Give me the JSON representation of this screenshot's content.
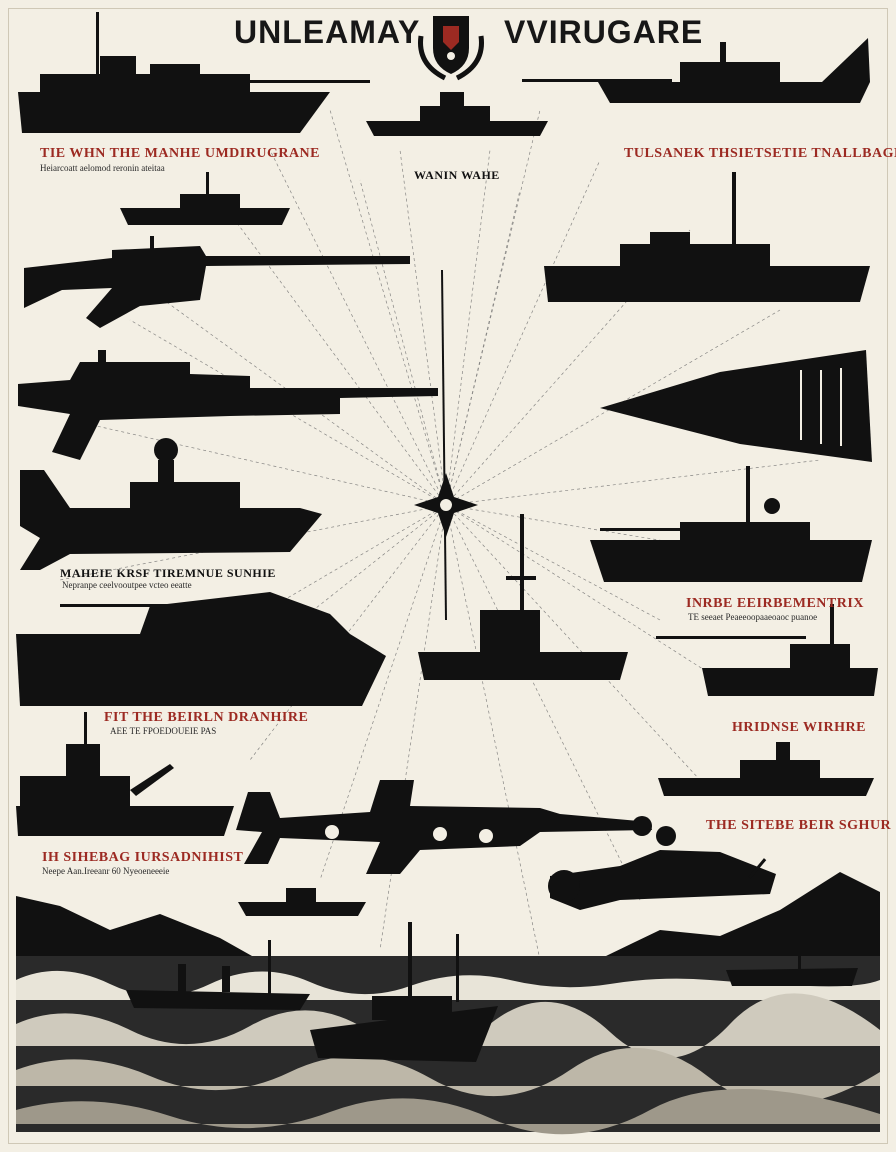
{
  "poster": {
    "title_left": "UNLEAMAY",
    "title_right": "VVIRUGARE",
    "labels": [
      {
        "id": "label-top-left",
        "text": "TIE WHN THE MANHE UMDIRUGRANE",
        "sub": "Heiarcoatt aelomod reronin ateitaa"
      },
      {
        "id": "label-top-right",
        "text": "TULSANEK THSIETSETIE TNALLBAGE",
        "sub": ""
      },
      {
        "id": "label-center-top",
        "text": "WANIN WAHE",
        "sub": ""
      },
      {
        "id": "label-mid-left",
        "text": "MAHEIE KRSF TIREMNUE SUNHIE",
        "sub": "Nepranpe ceelvooutpee vcteo eeatte"
      },
      {
        "id": "label-mid-right",
        "text": "INRBE EEIRBEMENTRIX",
        "sub": "TE seeaet Peaeeoopaaeoaoc puanoe"
      },
      {
        "id": "label-lower-left",
        "text": "FIT THE BEIRLN DRANHIRE",
        "sub": "AEE TE FPOEDOUEIE PAS"
      },
      {
        "id": "label-lower-right",
        "text": "HRIDNSE WIRHRE",
        "sub": ""
      },
      {
        "id": "label-bottom-right",
        "text": "THE SITEBE BEIR SGHUR",
        "sub": ""
      },
      {
        "id": "label-bottom-left",
        "text": "IH SIHEBAG IURSADNIHIST",
        "sub": "Neepe Aan.Ireeanr 60 Nyeoeneeeie"
      }
    ]
  },
  "colors": {
    "background": "#f3efe4",
    "ink": "#111111",
    "accent": "#9c2a22"
  },
  "icons": {
    "emblem": "wreath-crest-icon",
    "star": "compass-star-icon"
  }
}
